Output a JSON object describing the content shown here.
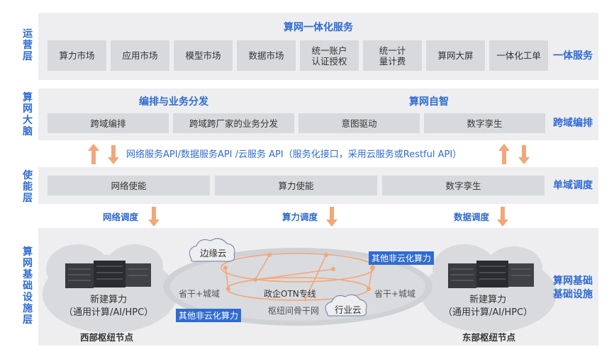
{
  "layers": {
    "ops": "运营层",
    "brain": "算网大脑",
    "enable": "使能层",
    "infra": "算网基础设施层"
  },
  "ops_band": {
    "title": "算网一体化服务",
    "items": [
      "算力市场",
      "应用市场",
      "模型市场",
      "数据市场",
      "统一账户\n认证授权",
      "统一计\n量计费",
      "算网大屏",
      "一体化工单"
    ],
    "right_label": "一体服务"
  },
  "brain_band": {
    "title_left": "编排与业务分发",
    "title_right": "算网自智",
    "items": [
      "跨域编排",
      "跨域跨厂家的业务分发",
      "意图驱动",
      "数字孪生"
    ],
    "right_label": "跨域编排"
  },
  "api_text": "网络服务API/数据服务API /云服务 API（服务化接口，采用云服务或Restful API）",
  "enable_band": {
    "items": [
      "网络使能",
      "算力使能",
      "数字孪生"
    ],
    "right_label": "单域调度"
  },
  "scheduling": [
    "网络调度",
    "算力调度",
    "数据调度"
  ],
  "infra": {
    "west_text": "新建算力\n（通用计算/AI/HPC）",
    "west_label": "西部枢纽节点",
    "east_text": "新建算力\n（通用计算/AI/HPC）",
    "east_label": "东部枢纽节点",
    "edge_cloud": "边缘云",
    "industry_cloud": "行业云",
    "non_cloud_1": "其他非云化算力",
    "non_cloud_2": "其他非云化算力",
    "province_left": "省干+城域",
    "province_right": "省干+城域",
    "otn": "政企OTN专线",
    "backbone": "枢纽间骨干网",
    "right_label": "算网基础\n基础设施"
  },
  "colors": {
    "accent": "#2f6bd2",
    "arrow": "#f2a778",
    "band": "#eeeef0",
    "box": "#d8d9dc"
  }
}
